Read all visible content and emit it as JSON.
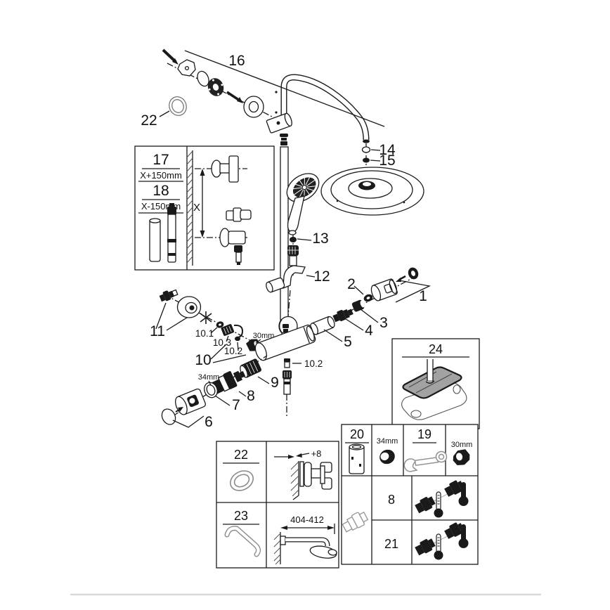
{
  "figure": {
    "type": "exploded-parts-diagram",
    "subject": "Thermostatic shower system with overhead shower and hand shower"
  },
  "colors": {
    "ink": "#1a1a1a",
    "tray_gray": "#a2a2a2",
    "muted_gray": "#919191",
    "footer_line": "#d9d9d9"
  },
  "callouts": {
    "c1": "1",
    "c2": "2",
    "c3": "3",
    "c4": "4",
    "c5": "5",
    "c6": "6",
    "c7": "7",
    "c8": "8",
    "c9": "9",
    "c10": "10",
    "c10_1": "10.1",
    "c10_2": "10.2",
    "c10_2b": "10.2",
    "c10_3": "10.3",
    "c11": "11",
    "c12": "12",
    "c13": "13",
    "c14": "14",
    "c15": "15",
    "c16": "16",
    "c22": "22",
    "size_30mm": "30mm",
    "size_34mm": "34mm"
  },
  "inset_rail": {
    "part17": "17",
    "dim17": "X+150mm",
    "part18": "18",
    "dim18": "X-150mm",
    "x_dim": "X"
  },
  "inset_shelf": {
    "part24": "24"
  },
  "detail_grid": {
    "part22": "22",
    "wall_offset": "+8",
    "part23": "23",
    "arm_span": "404-412"
  },
  "service_grid": {
    "part20": "20",
    "size34": "34mm",
    "part19": "19",
    "size30": "30mm",
    "part8": "8",
    "part21": "21"
  }
}
